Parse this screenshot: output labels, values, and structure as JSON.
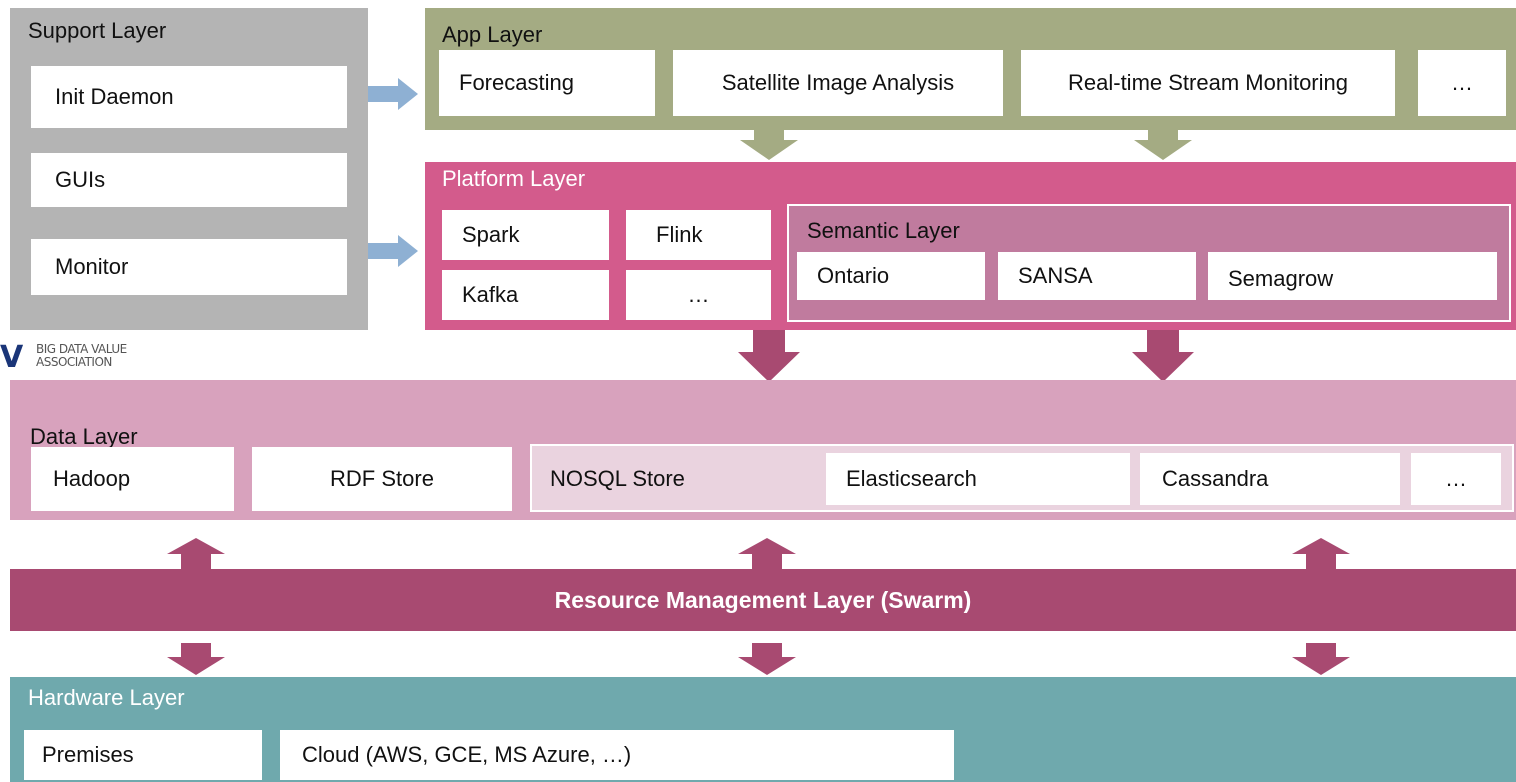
{
  "support_layer": {
    "title": "Support Layer",
    "items": [
      "Init Daemon",
      "GUIs",
      "Monitor"
    ]
  },
  "app_layer": {
    "title": "App Layer",
    "items": [
      "Forecasting",
      "Satellite Image Analysis",
      "Real-time Stream Monitoring",
      "…"
    ]
  },
  "platform_layer": {
    "title": "Platform Layer",
    "items": [
      "Spark",
      "Flink",
      "Kafka",
      "…"
    ],
    "semantic_layer": {
      "title": "Semantic Layer",
      "items": [
        "Ontario",
        "SANSA",
        "Semagrow"
      ]
    }
  },
  "logo": {
    "mark": "V",
    "line1": "BIG DATA VALUE",
    "line2": "ASSOCIATION"
  },
  "data_layer": {
    "title": "Data Layer",
    "items": [
      "Hadoop",
      "RDF Store"
    ],
    "nosql": {
      "title": "NOSQL Store",
      "items": [
        "Elasticsearch",
        "Cassandra",
        "…"
      ]
    }
  },
  "resource_layer": {
    "title": "Resource Management Layer (Swarm)"
  },
  "hardware_layer": {
    "title": "Hardware Layer",
    "items": [
      "Premises",
      "Cloud (AWS, GCE, MS Azure, …)"
    ]
  },
  "colors": {
    "support": "#b4b4b4",
    "app": "#a4ab83",
    "platform": "#d35b8c",
    "semantic": "#c07b9e",
    "data": "#d8a2bd",
    "nosql": "#ead3df",
    "resource": "#a84a71",
    "hardware": "#6fa9ad",
    "support_arrow": "#8eb0d3",
    "app_arrow": "#a4ab83",
    "platform_arrow": "#a84a71",
    "resource_arrow": "#a84a71"
  }
}
